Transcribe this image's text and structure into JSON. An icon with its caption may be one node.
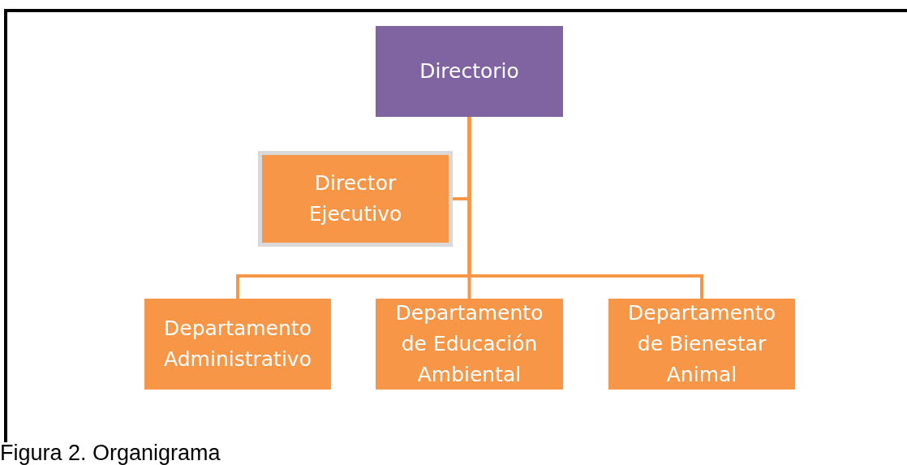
{
  "diagram": {
    "caption": "Figura 2. Organigrama",
    "nodes": [
      {
        "text": [
          "Directorio"
        ]
      },
      {
        "text": [
          "Director Ejecutivo"
        ]
      },
      {
        "text": [
          "Departamento Administrativo"
        ]
      },
      {
        "text": [
          "Departamento de Educación Ambiental"
        ]
      },
      {
        "text": [
          "Departamento de Bienestar Animal"
        ]
      }
    ],
    "edges": [
      {
        "from": 0,
        "to": 1,
        "arrow": "none"
      },
      {
        "from": 0,
        "to": 2,
        "arrow": "none"
      },
      {
        "from": 0,
        "to": 3,
        "arrow": "none"
      },
      {
        "from": 0,
        "to": 4,
        "arrow": "none"
      }
    ]
  }
}
